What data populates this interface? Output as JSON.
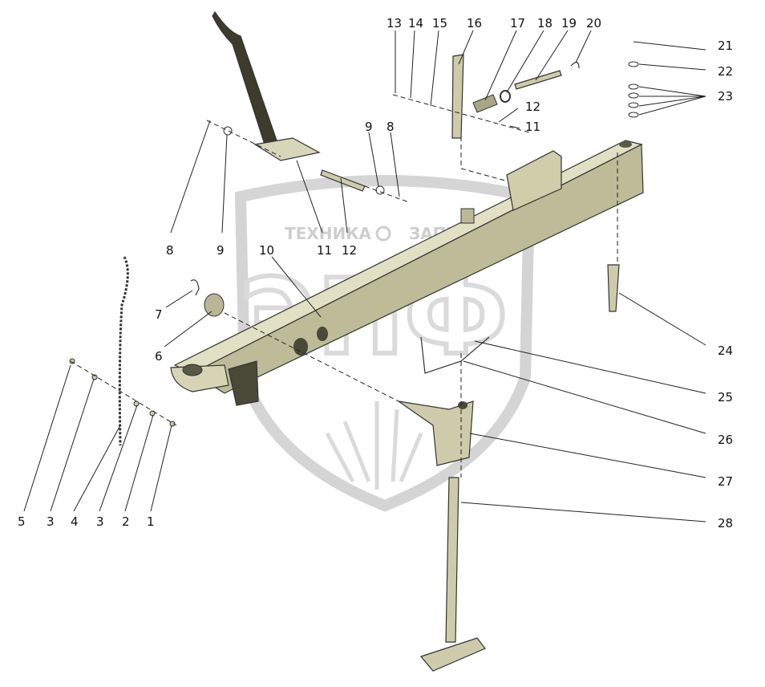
{
  "watermark": {
    "top_left": "ТЕХНИКА",
    "top_right": "ЗАПЧАСТИ",
    "emblem": "ЭПФ"
  },
  "callouts": [
    "1",
    "2",
    "3",
    "4",
    "5",
    "6",
    "7",
    "8",
    "9",
    "10",
    "11",
    "12",
    "13",
    "14",
    "15",
    "16",
    "17",
    "18",
    "19",
    "20",
    "21",
    "22",
    "23",
    "24",
    "25",
    "26",
    "27",
    "28"
  ],
  "colors": {
    "part_fill": "#d4d2b0",
    "part_shade": "#8f8d6c",
    "part_dark": "#3c3a2c",
    "watermark": "#cfcfcf"
  }
}
